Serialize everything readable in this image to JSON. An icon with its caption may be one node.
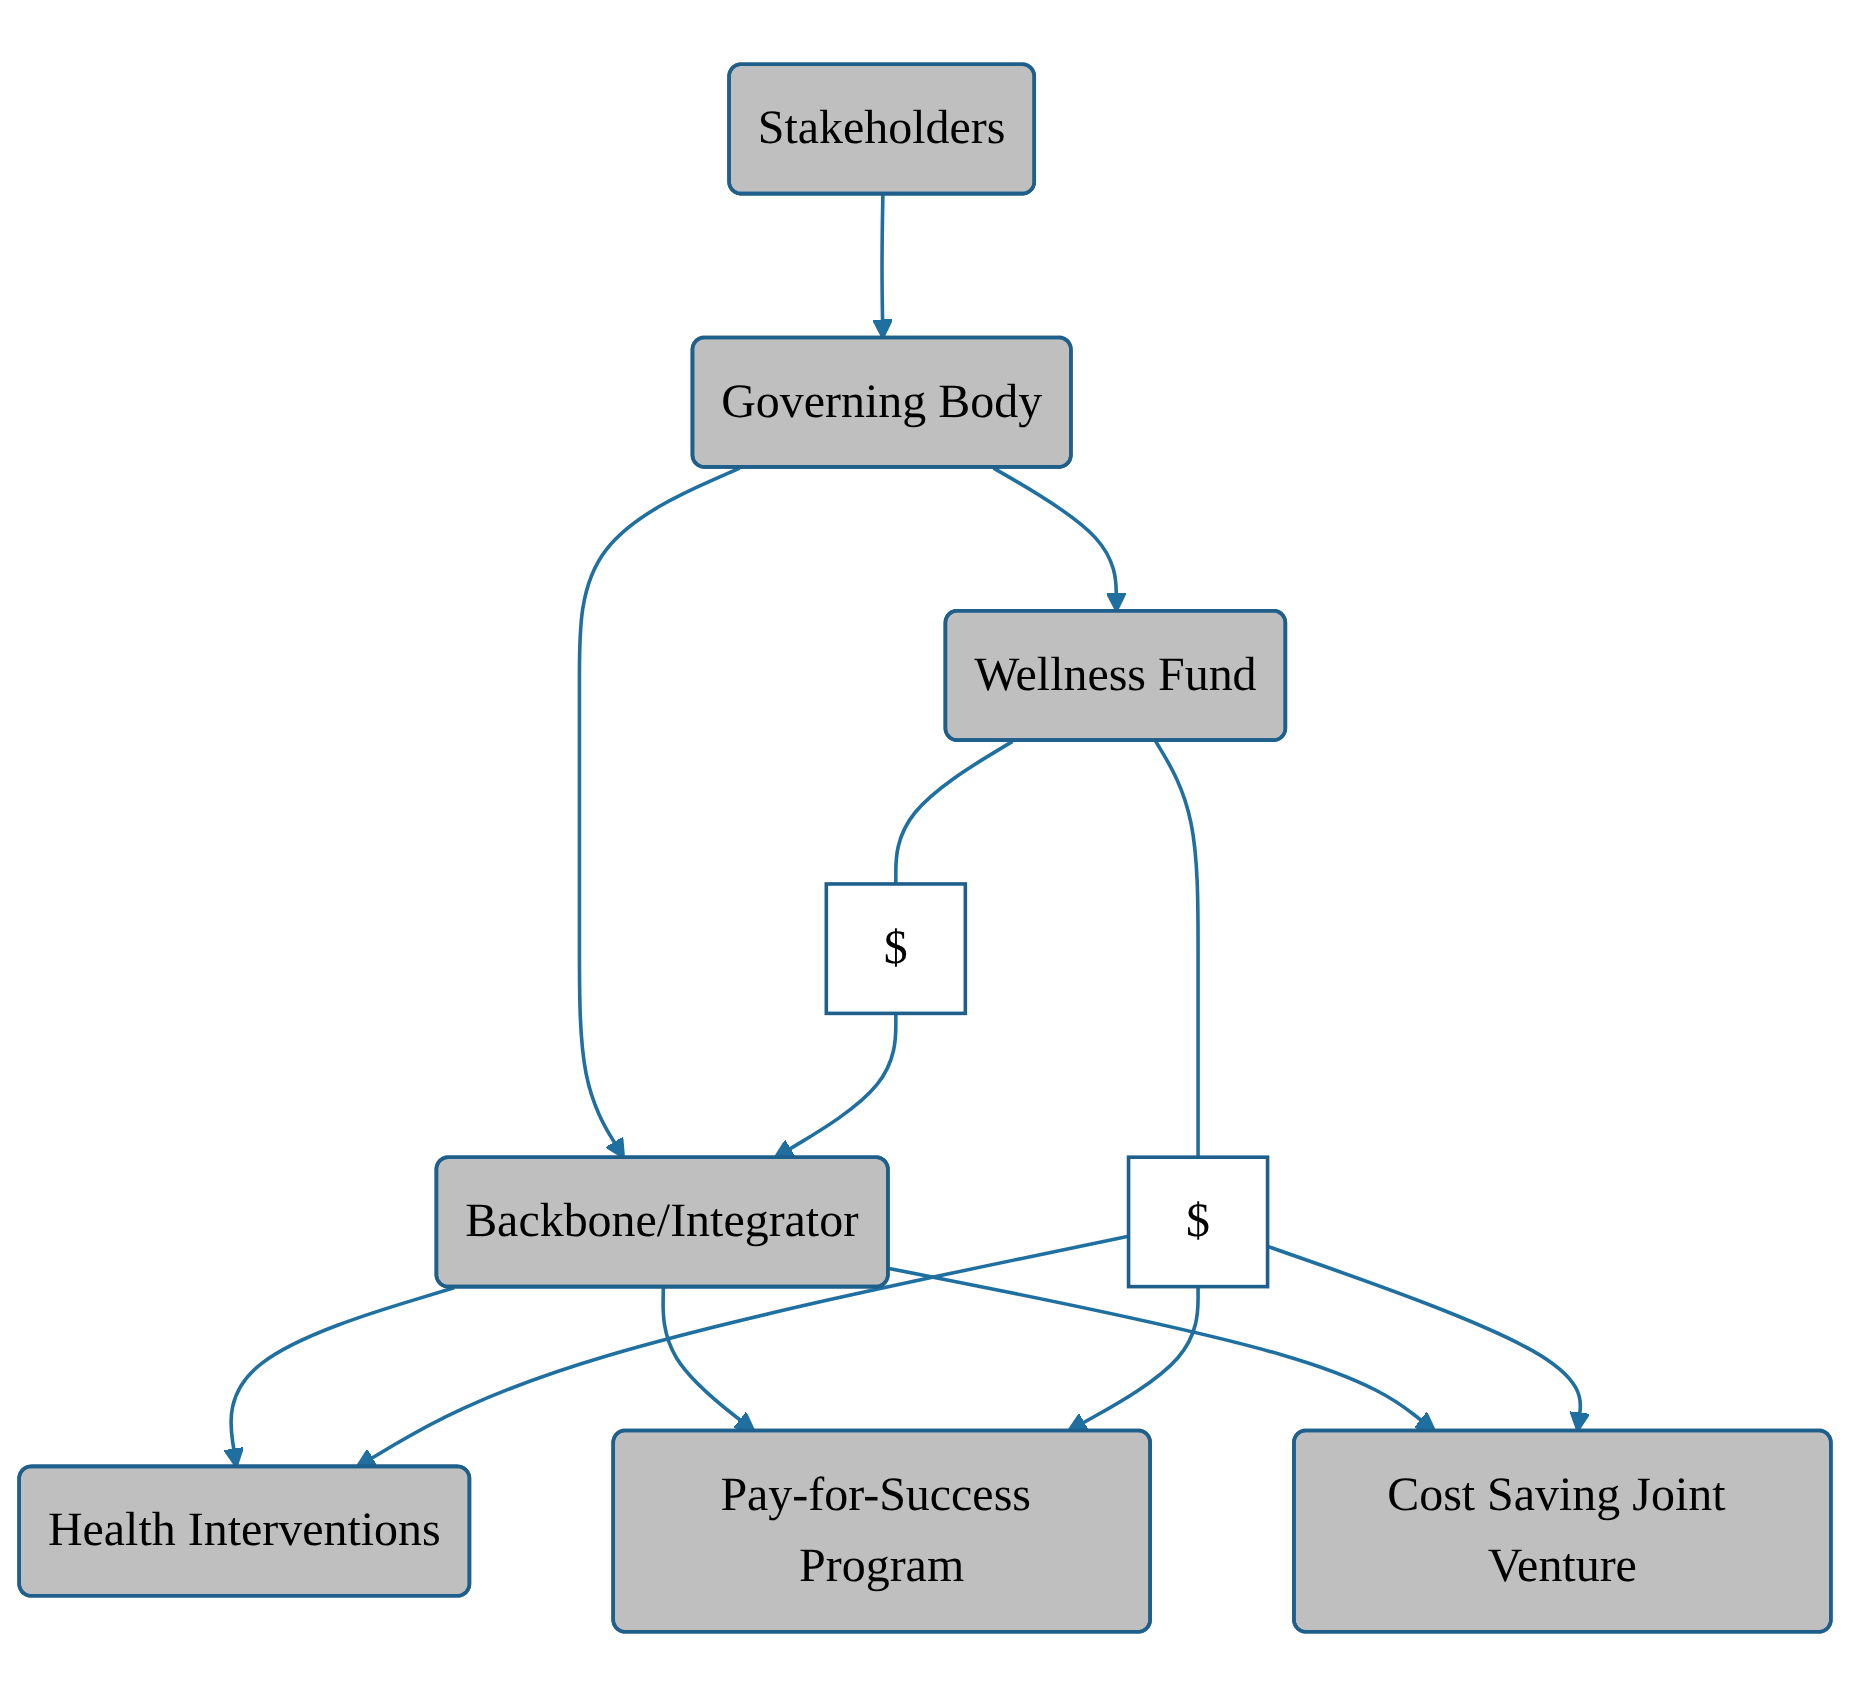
{
  "diagram": {
    "nodes": [
      {
        "text": [
          "Stakeholders"
        ]
      },
      {
        "text": [
          "Governing Body"
        ]
      },
      {
        "text": [
          "Backbone/Integrator"
        ]
      },
      {
        "text": [
          "Wellness Fund"
        ]
      },
      {
        "text": [
          "$"
        ]
      },
      {
        "text": [
          "$"
        ]
      },
      {
        "text": [
          "Health Interventions"
        ]
      },
      {
        "text": [
          "Pay-for-Success Program"
        ]
      },
      {
        "text": [
          "Cost Saving Joint Venture"
        ]
      }
    ],
    "edges": [
      {
        "from": 0,
        "to": 1,
        "arrow": "to"
      },
      {
        "from": 1,
        "to": 2,
        "arrow": "to"
      },
      {
        "from": 1,
        "to": 3,
        "arrow": "to"
      },
      {
        "from": 3,
        "to": 4,
        "arrow": "none"
      },
      {
        "from": 4,
        "to": 2,
        "arrow": "to"
      },
      {
        "from": 3,
        "to": 5,
        "arrow": "none"
      },
      {
        "from": 2,
        "to": 6,
        "arrow": "to"
      },
      {
        "from": 2,
        "to": 7,
        "arrow": "to"
      },
      {
        "from": 2,
        "to": 8,
        "arrow": "to"
      },
      {
        "from": 5,
        "to": 6,
        "arrow": "to"
      },
      {
        "from": 5,
        "to": 7,
        "arrow": "to"
      },
      {
        "from": 5,
        "to": 8,
        "arrow": "to"
      }
    ]
  }
}
